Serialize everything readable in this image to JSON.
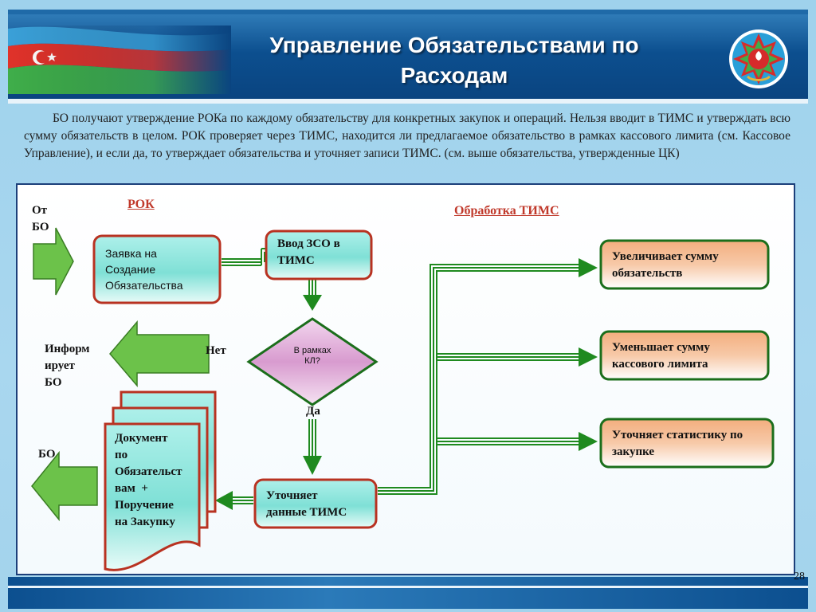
{
  "title": "Управление Обязательствами по Расходам",
  "intro": "БО получают утверждение РОКа по каждому обязательству для конкретных закупок и операций. Нельзя вводит в ТИМС и утверждать всю сумму обязательств в целом.  РОК проверяет через ТИМС, находится ли предлагаемое обязательство в рамках кассового лимита (см. Кассовое Управление), и если да, то утверждает обязательства и уточняет записи ТИМС.  (см. выше обязательства, утвержденные ЦК)",
  "diagram": {
    "heading_rok": "РОК",
    "heading_tims": "Обработка ТИМС",
    "from_bo": "От\nБО",
    "informs_bo": "Информ\nирует\nБО",
    "bo_out": "БО",
    "no_label": "Нет",
    "yes_label": "Да",
    "box_request": "Заявка на\nСоздание\nОбязательства",
    "box_input": "Ввод ЗСО в\nТИМС",
    "decision": "В рамках\nКЛ?",
    "box_update": "Уточняет\nданные ТИМС",
    "box_document": "Документ\nпо\nОбязательст\nвам  +\nПоручение\nна Закупку",
    "box_increase": "Увеличивает сумму\nобязательств",
    "box_decrease": "Уменьшает сумму\nкассового лимита",
    "box_stats": "Уточняет статистику по\nзакупке"
  },
  "page_number": "28",
  "colors": {
    "header": "#0c4f8f",
    "box_border_red": "#b83221",
    "box_border_green": "#1b6e1b",
    "arrow_green": "#6cc24a",
    "connector_green": "#1f8a1f",
    "decision_fill": "#d89bcf",
    "heading_red": "#c0392b"
  }
}
